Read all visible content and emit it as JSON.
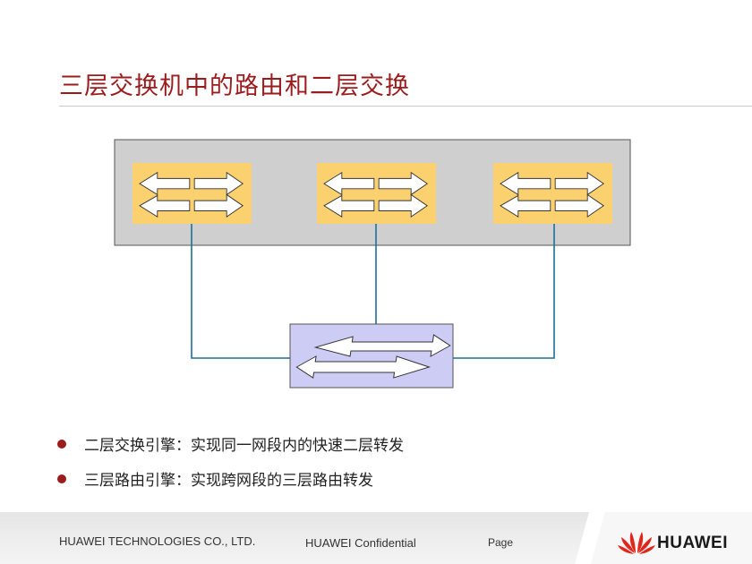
{
  "slide": {
    "title": "三层交换机中的路由和二层交换"
  },
  "bullets": [
    "二层交换引擎：实现同一网段内的快速二层转发",
    "三层路由引擎：实现跨网段的三层路由转发"
  ],
  "footer": {
    "company": "HUAWEI TECHNOLOGIES CO., LTD.",
    "confidential": "HUAWEI Confidential",
    "page_label": "Page",
    "logo_text": "HUAWEI"
  },
  "colors": {
    "title": "#9b1c1c",
    "switch_fill": "#fbd06f",
    "router_fill": "#ccccf4",
    "chassis_fill": "#cfcfcf",
    "link_line": "#1e6e99",
    "logo_red": "#e1261c"
  },
  "icons": {
    "bullet": "red-dot",
    "switch": "layer2-switch-icon",
    "router": "layer3-routing-engine-icon",
    "logo": "huawei-petal-logo"
  }
}
